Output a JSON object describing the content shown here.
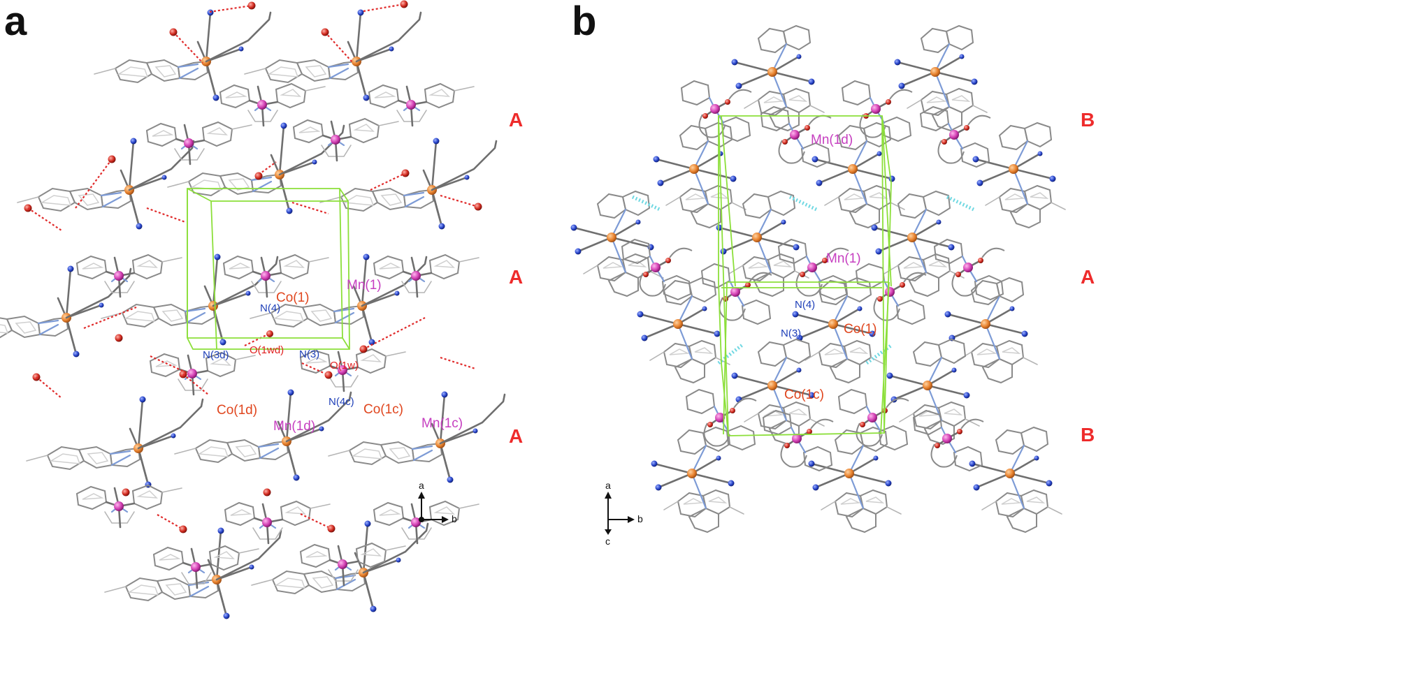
{
  "panels": [
    {
      "letter": "a",
      "layers": [
        "A",
        "A",
        "A"
      ],
      "labels": {
        "co1": "Co(1)",
        "mn1": "Mn(1)",
        "n4": "N(4)",
        "n3": "N(3)",
        "n3d": "N(3d)",
        "o1wd": "O(1wd)",
        "o1w": "O(1w)",
        "n4c": "N(4c)",
        "co1d": "Co(1d)",
        "co1c": "Co(1c)",
        "mn1d": "Mn(1d)",
        "mn1c": "Mn(1c)"
      },
      "axes": [
        "a",
        "b"
      ]
    },
    {
      "letter": "b",
      "layers": [
        "B",
        "A",
        "B"
      ],
      "labels": {
        "mn1d": "Mn(1d)",
        "mn1": "Mn(1)",
        "n4": "N(4)",
        "n3": "N(3)",
        "co1": "Co(1)",
        "co1c": "Co(1c)"
      },
      "axes": [
        "a",
        "b",
        "c"
      ]
    }
  ],
  "colors": {
    "cobalt": "#e8822e",
    "manganese": "#d23fb3",
    "nitrogen": "#2643c9",
    "oxygen": "#d12a1f",
    "hydrogen_bond": "#e02a2a",
    "pi_stacking": "#6fd8e2",
    "unit_cell": "#8cdf3a",
    "layer_label": "#ee2b2b"
  }
}
